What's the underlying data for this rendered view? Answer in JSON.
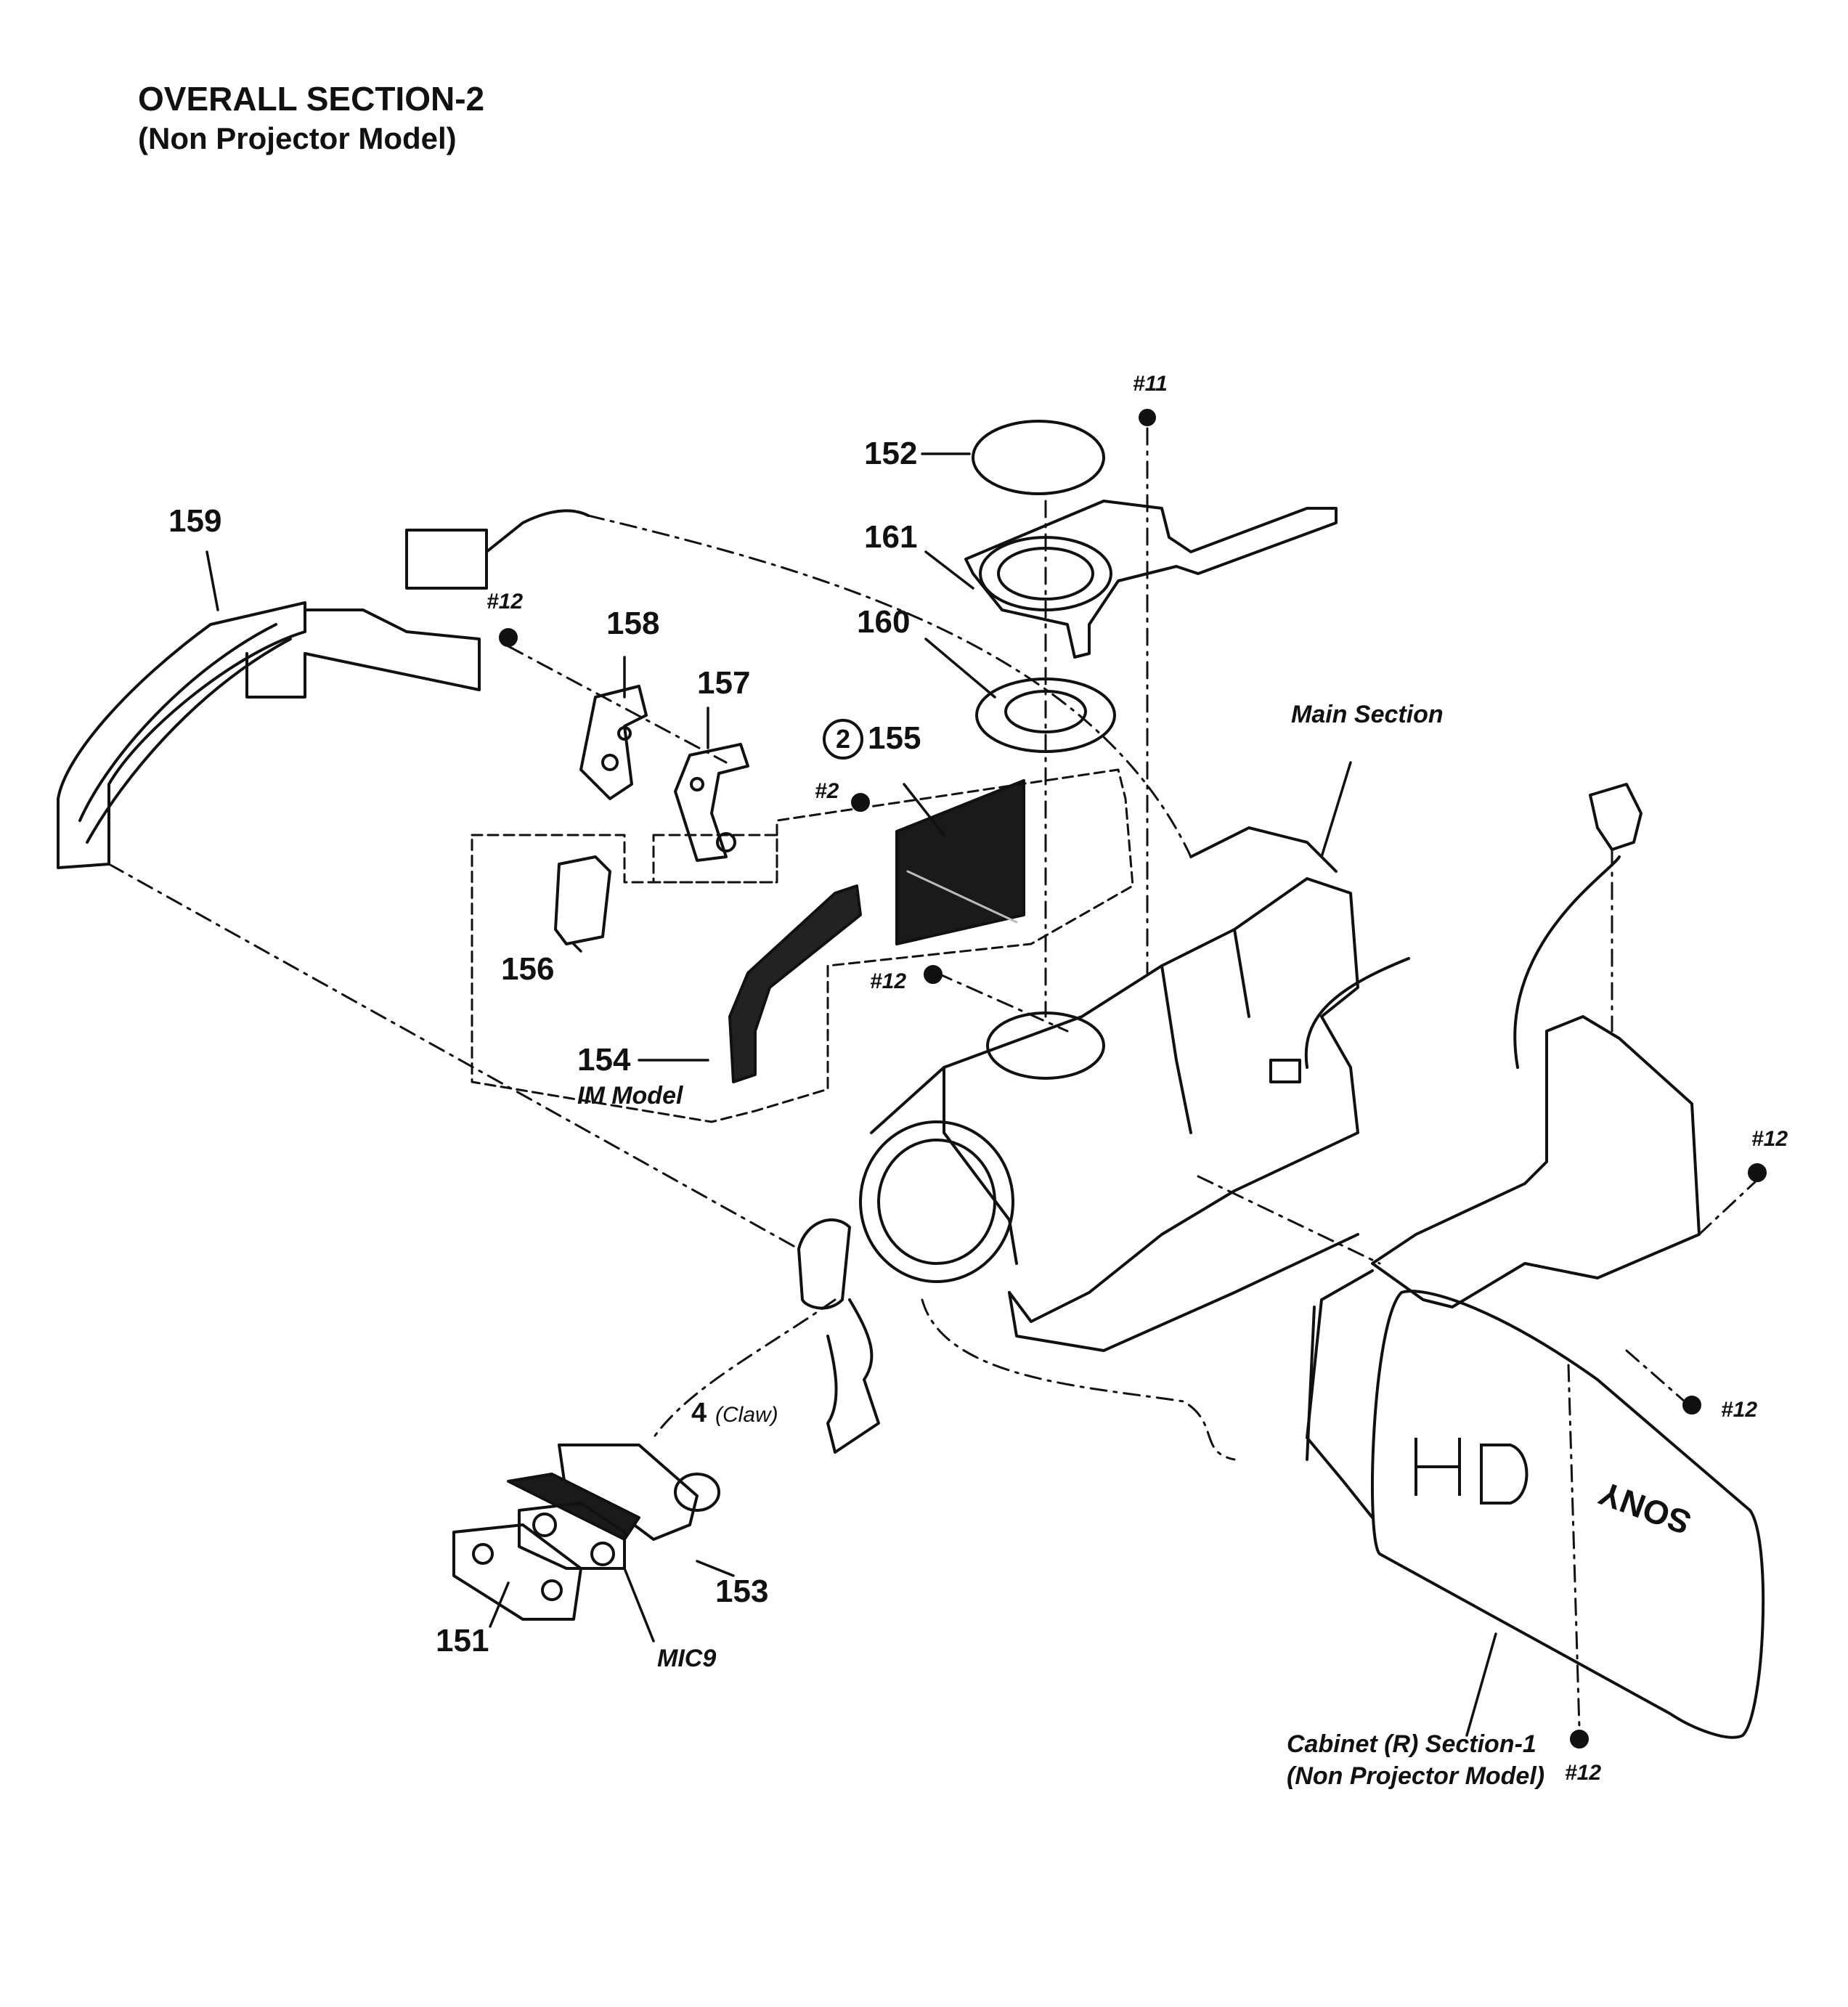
{
  "header": {
    "title": "OVERALL SECTION-2",
    "subtitle": "(Non Projector Model)"
  },
  "parts": {
    "p151": "151",
    "p152": "152",
    "p153": "153",
    "p154": "154",
    "p155": "155",
    "p156": "156",
    "p157": "157",
    "p158": "158",
    "p159": "159",
    "p160": "160",
    "p161": "161",
    "ref_2": "2"
  },
  "screws": {
    "s11": "#11",
    "s12_a": "#12",
    "s12_b": "#12",
    "s12_c": "#12",
    "s12_d": "#12",
    "s12_e": "#12",
    "s2": "#2"
  },
  "callouts": {
    "main_section": "Main Section",
    "im_model": "IM Model",
    "claw_count": "4",
    "claw": "(Claw)",
    "mic9": "MIC9",
    "cabinet_line1": "Cabinet (R) Section-1",
    "cabinet_line2": "(Non Projector Model)",
    "badge_hd": "HD",
    "badge_brand": "SONY"
  }
}
